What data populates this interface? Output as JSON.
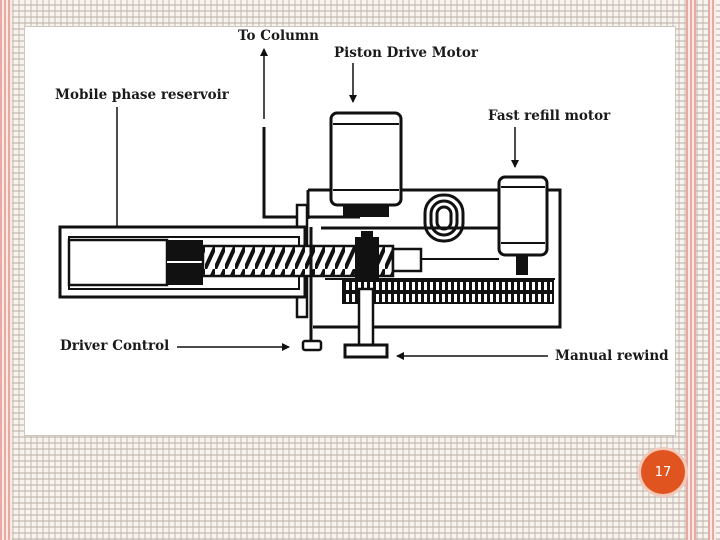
{
  "diagram": {
    "labels": {
      "to_column": "To Column",
      "piston_drive_motor": "Piston Drive Motor",
      "mobile_phase_reservoir": "Mobile phase reservoir",
      "fast_refill_motor": "Fast refill motor",
      "driver_control": "Driver Control",
      "manual_rewind": "Manual rewind"
    }
  },
  "slide": {
    "page_number": "17"
  },
  "colors": {
    "badge": "#e0541f",
    "border_stripe": "#e9a9a3",
    "line": "#111111"
  }
}
